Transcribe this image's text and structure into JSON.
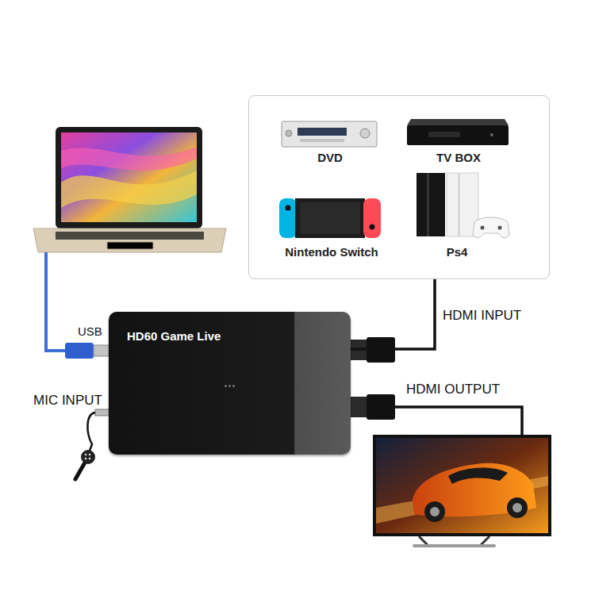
{
  "diagram": {
    "nodes": [
      {
        "text": [
          "DVD",
          "TV BOX",
          "Nintendo Switch",
          "Ps4"
        ]
      },
      {
        "text": [
          "HD60 Game Live"
        ]
      }
    ],
    "edges": [
      {
        "from": 0,
        "to": 1,
        "arrow": "none",
        "label": "HDMI INPUT"
      }
    ],
    "labels": [
      "USB",
      "MIC INPUT",
      "HDMI OUTPUT"
    ]
  }
}
